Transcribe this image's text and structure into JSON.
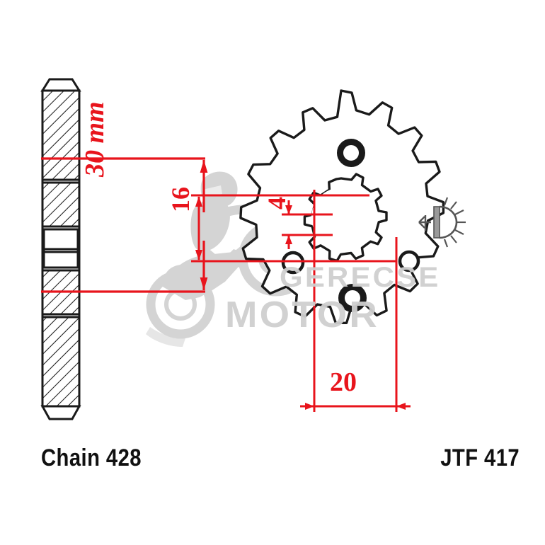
{
  "drawing": {
    "title_left": "Chain 428",
    "title_right": "JTF 417",
    "type": "technical-drawing",
    "subject": "motorcycle front sprocket",
    "views": [
      {
        "name": "section-view",
        "position": "left"
      },
      {
        "name": "front-view",
        "position": "right"
      }
    ]
  },
  "dimensions": {
    "thickness": {
      "value": "30",
      "unit": "mm",
      "label": "30 mm",
      "view": "section-view",
      "orientation": "vertical"
    },
    "tooth_height": {
      "value": "16",
      "unit": "",
      "label": "16",
      "view": "front-view",
      "orientation": "vertical"
    },
    "spline_gap": {
      "value": "4",
      "unit": "",
      "label": "4",
      "view": "front-view",
      "orientation": "vertical"
    },
    "hub_width": {
      "value": "20",
      "unit": "",
      "label": "20",
      "view": "front-view",
      "orientation": "horizontal"
    }
  },
  "sprocket": {
    "teeth_count": 15,
    "spline_count": 10,
    "bolt_holes": 4,
    "center_bore": "splined"
  },
  "watermark": {
    "line1": "GERECSE",
    "line2": "MOTOR",
    "graphic": "motocross-rider-silhouette"
  },
  "symbols": {
    "surface_finish": "surface-finish-symbol"
  },
  "colors": {
    "outline": "#1a1a1a",
    "dimension": "#e8141c",
    "watermark": "#cfcfcf",
    "background": "#ffffff"
  }
}
